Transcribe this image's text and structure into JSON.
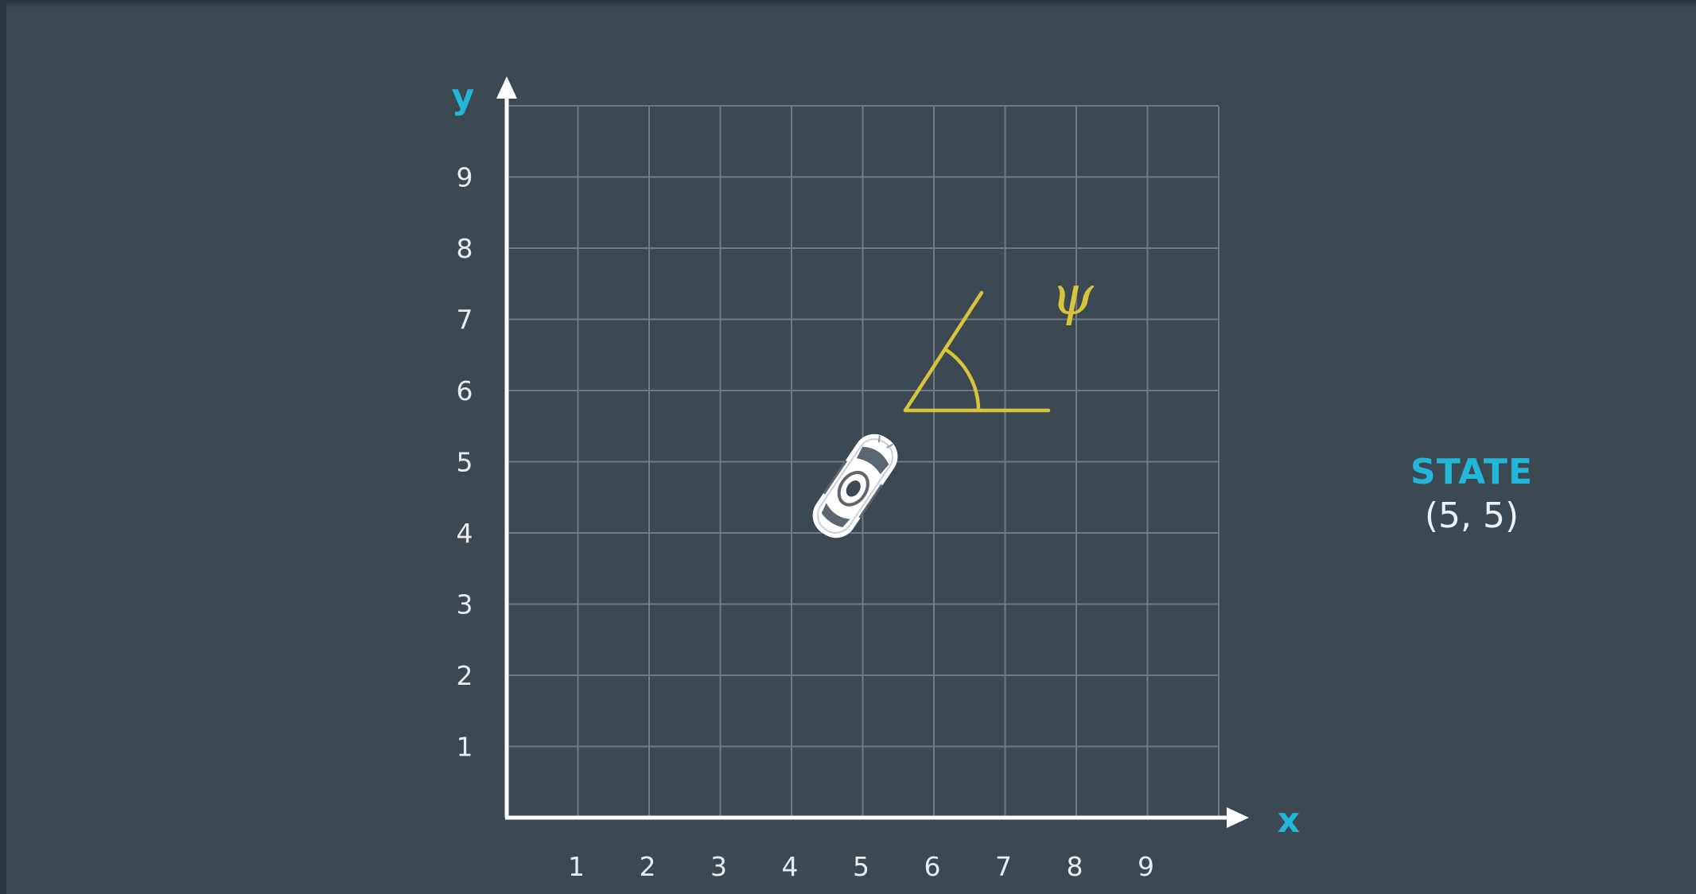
{
  "diagram": {
    "x_axis_label": "x",
    "y_axis_label": "y",
    "x_ticks": [
      "1",
      "2",
      "3",
      "4",
      "5",
      "6",
      "7",
      "8",
      "9"
    ],
    "y_ticks": [
      "1",
      "2",
      "3",
      "4",
      "5",
      "6",
      "7",
      "8",
      "9"
    ],
    "grid_range": [
      0,
      10
    ],
    "grid": true,
    "heading_angle_symbol": "ψ",
    "colors": {
      "background": "#3c4852",
      "grid": "#6f7a83",
      "axis": "#ffffff",
      "accent": "#22b7d9",
      "angle": "#d8c43a",
      "car": "#ffffff"
    },
    "icons": [
      "car-icon",
      "angle-marker"
    ]
  },
  "state": {
    "title": "STATE",
    "value": "(5, 5)"
  }
}
